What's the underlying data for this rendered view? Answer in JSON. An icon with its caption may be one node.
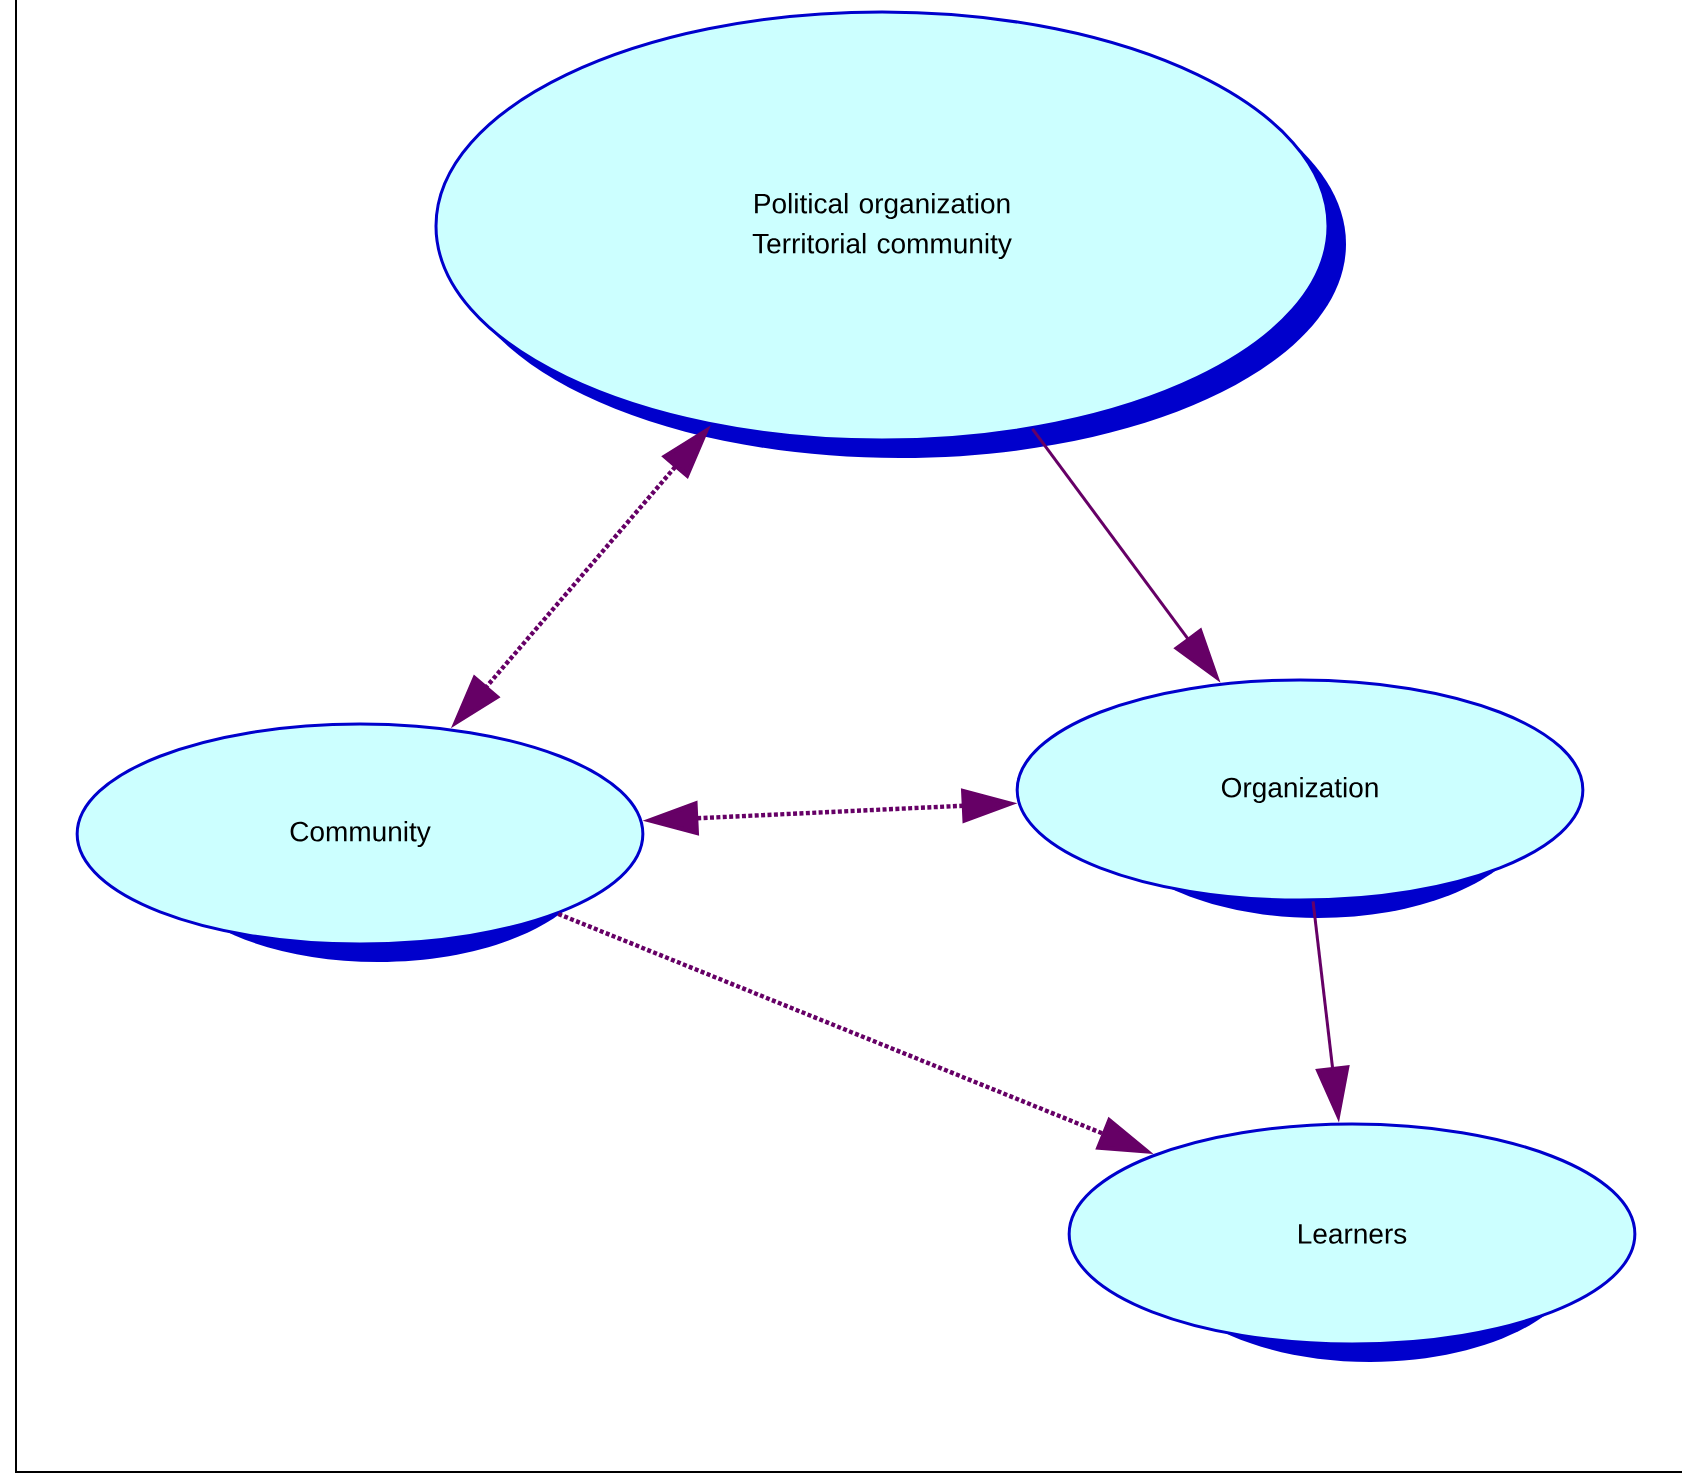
{
  "diagram": {
    "nodes": [
      {
        "text": [
          "Political organization Territorial community"
        ]
      },
      {
        "text": [
          "Community"
        ]
      },
      {
        "text": [
          "Organization"
        ]
      },
      {
        "text": [
          "Learners"
        ]
      }
    ],
    "edges": [
      {
        "from": 0,
        "to": 1,
        "arrow": "both",
        "style": "dashed"
      },
      {
        "from": 0,
        "to": 2,
        "arrow": "to"
      },
      {
        "from": 1,
        "to": 2,
        "arrow": "both",
        "style": "dashed"
      },
      {
        "from": 1,
        "to": 3,
        "arrow": "to",
        "style": "dashed"
      },
      {
        "from": 2,
        "to": 3,
        "arrow": "to"
      }
    ]
  }
}
